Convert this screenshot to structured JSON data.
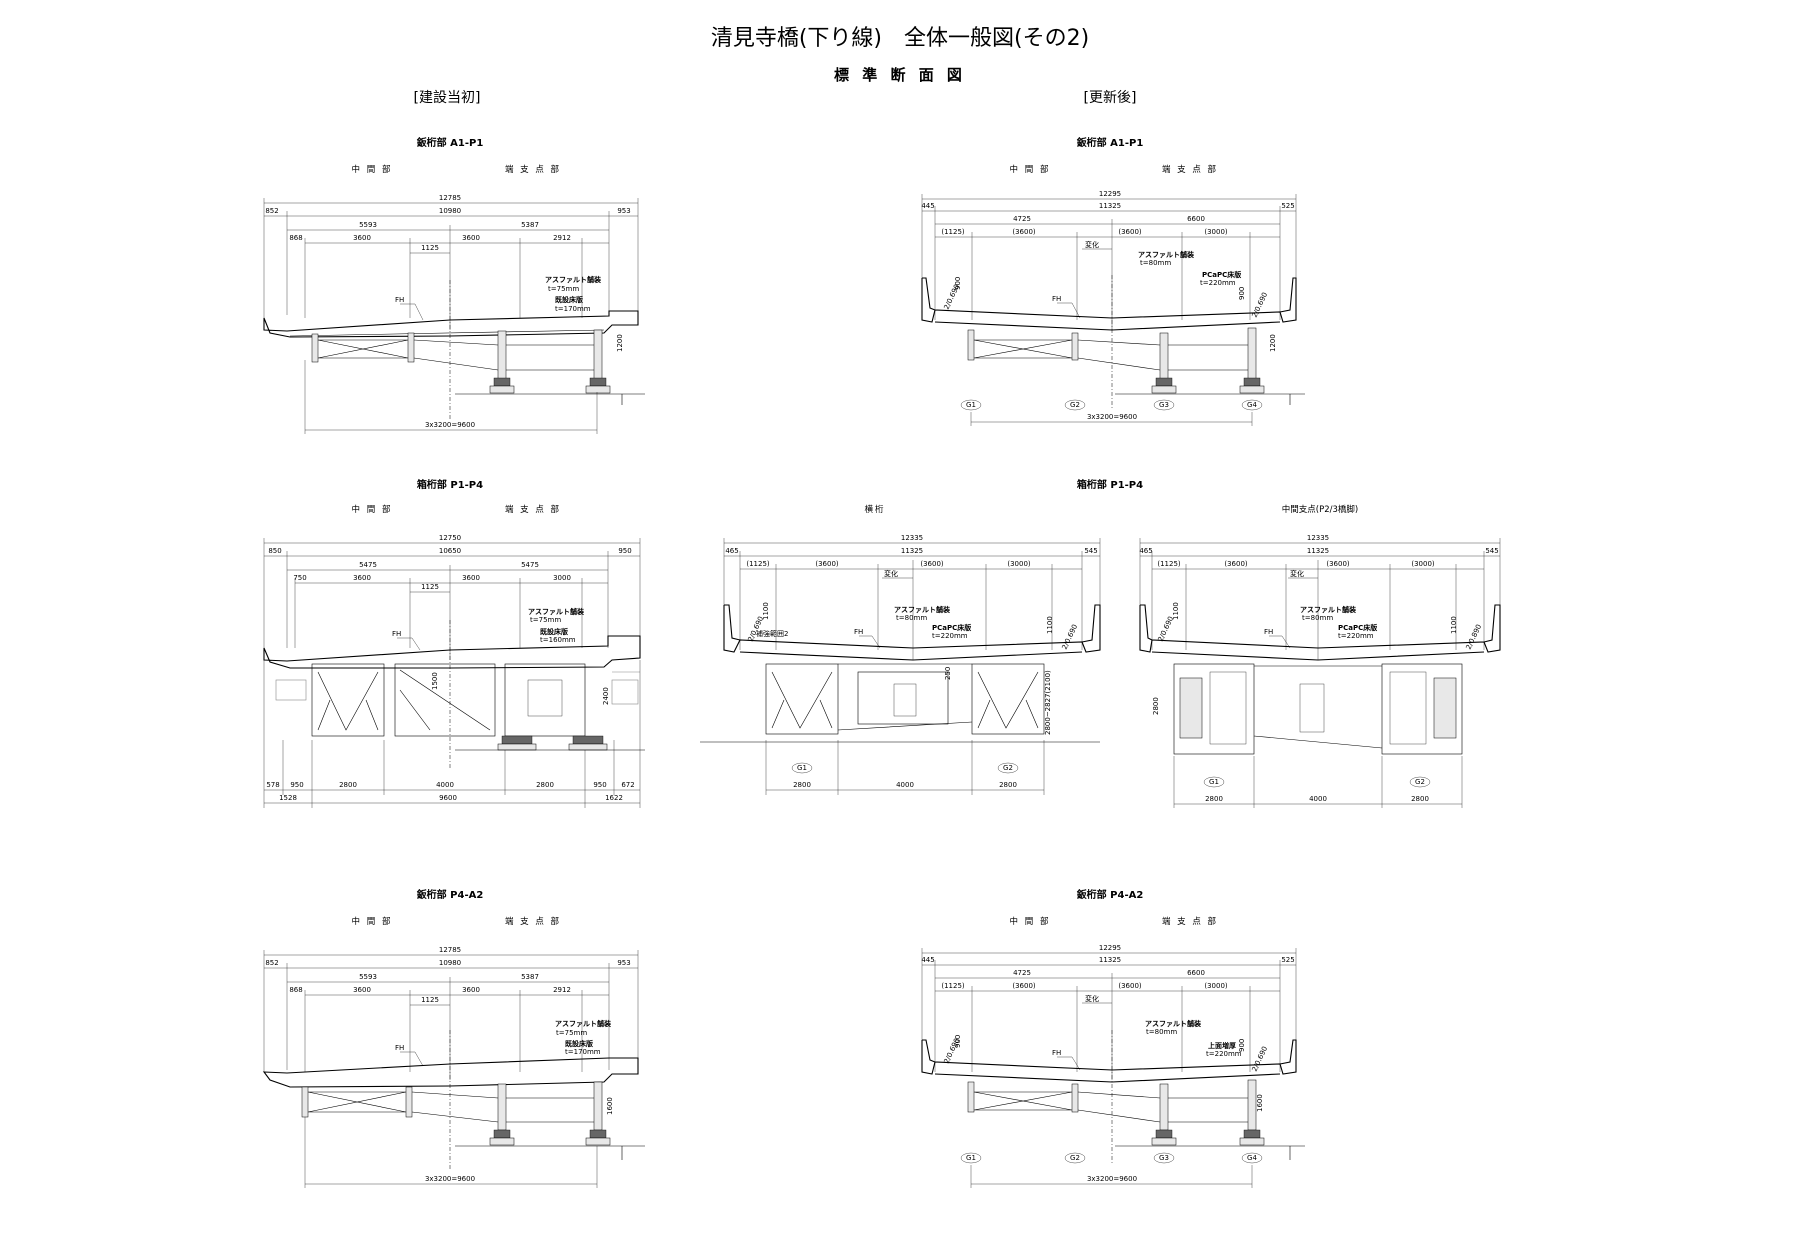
{
  "title": "清見寺橋(下り線)　全体一般図(その2)",
  "subtitle": "標 準 断 面 図",
  "heading_left": "[建設当初]",
  "heading_right": "[更新後]",
  "labels": {
    "plate_a1p1": "鈑桁部 A1-P1",
    "box_p1p4": "箱桁部 P1-P4",
    "plate_p4a2": "鈑桁部 P4-A2",
    "mid": "中 間 部",
    "end": "端 支 点 部",
    "yokoketa": "横桁",
    "mid_support": "中間支点(P2/3橋脚)",
    "asphalt": "アスファルト舗装",
    "asphalt_old": "t=75mm",
    "asphalt_new": "t=80mm",
    "slab_old": "既設床版",
    "slab_old_t": "t=170mm",
    "slab_old_t_box": "t=160mm",
    "slab_new": "PCaPC床版",
    "slab_new_t": "t=220mm",
    "slab_thick": "上面増厚",
    "change": "変化",
    "fh": "FH",
    "reinforce": "補強範囲2",
    "g1": "G1",
    "g2": "G2",
    "g3": "G3",
    "g4": "G4"
  },
  "dims": {
    "a1_old": {
      "total": "12785",
      "left": "852",
      "mid": "10980",
      "right": "953",
      "half_l": "5593",
      "half_r": "5387",
      "d868": "868",
      "d3600a": "3600",
      "d3600b": "3600",
      "d2912": "2912",
      "d1125": "1125",
      "bottom": "3x3200=9600",
      "h1200": "1200"
    },
    "a1_new": {
      "total": "12295",
      "left": "445",
      "mid": "11325",
      "right": "525",
      "half_l": "4725",
      "half_r": "6600",
      "p1125": "(1125)",
      "p3600a": "(3600)",
      "p3600b": "(3600)",
      "p3000": "(3000)",
      "h900": "900",
      "h2690": "2/0.690",
      "h900b": "900",
      "h2690b": "2/0.690",
      "h1200": "1200",
      "bottom": "3x3200=9600"
    },
    "box_old": {
      "total": "12750",
      "left": "850",
      "mid": "10650",
      "right": "950",
      "half_l": "5475",
      "half_r": "5475",
      "d750": "750",
      "d3600a": "3600",
      "d3600b": "3600",
      "d3000": "3000",
      "d1125": "1125",
      "h1500": "1500",
      "h2400": "2400",
      "b578": "578",
      "b950": "950",
      "b2800a": "2800",
      "b4000": "4000",
      "b2800b": "2800",
      "b950b": "950",
      "b672": "672",
      "c1528": "1528",
      "c9600": "9600",
      "c1622": "1622"
    },
    "box_yoko": {
      "total": "12335",
      "left": "465",
      "mid": "11325",
      "right": "545",
      "p1125": "(1125)",
      "p3600a": "(3600)",
      "p3600b": "(3600)",
      "p3000": "(3000)",
      "h1100": "1100",
      "h2690": "2/0.690",
      "h1100b": "1100",
      "h2690b": "2/0.690",
      "h250": "250",
      "var": "2800~2827(2100)",
      "b2800a": "2800",
      "b4000": "4000",
      "b2800b": "2800"
    },
    "box_mid": {
      "total": "12335",
      "left": "465",
      "mid": "11325",
      "right": "545",
      "p1125": "(1125)",
      "p3600a": "(3600)",
      "p3600b": "(3600)",
      "p3000": "(3000)",
      "h1100": "1100",
      "h2690": "2/0.690",
      "h1100b": "1100",
      "h2690b": "2/0.890",
      "h2800": "2800",
      "b2800a": "2800",
      "b4000": "4000",
      "b2800b": "2800"
    },
    "p4_old": {
      "total": "12785",
      "left": "852",
      "mid": "10980",
      "right": "953",
      "half_l": "5593",
      "half_r": "5387",
      "d868": "868",
      "d3600a": "3600",
      "d3600b": "3600",
      "d2912": "2912",
      "d1125": "1125",
      "h1600": "1600",
      "bottom": "3x3200=9600"
    },
    "p4_new": {
      "total": "12295",
      "left": "445",
      "mid": "11325",
      "right": "525",
      "half_l": "4725",
      "half_r": "6600",
      "p1125": "(1125)",
      "p3600a": "(3600)",
      "p3600b": "(3600)",
      "p3000": "(3000)",
      "h900": "900",
      "h2690": "2/0.690",
      "h900b": "900",
      "h2690b": "2/0.690",
      "h1600": "1600",
      "bottom": "3x3200=9600"
    }
  }
}
